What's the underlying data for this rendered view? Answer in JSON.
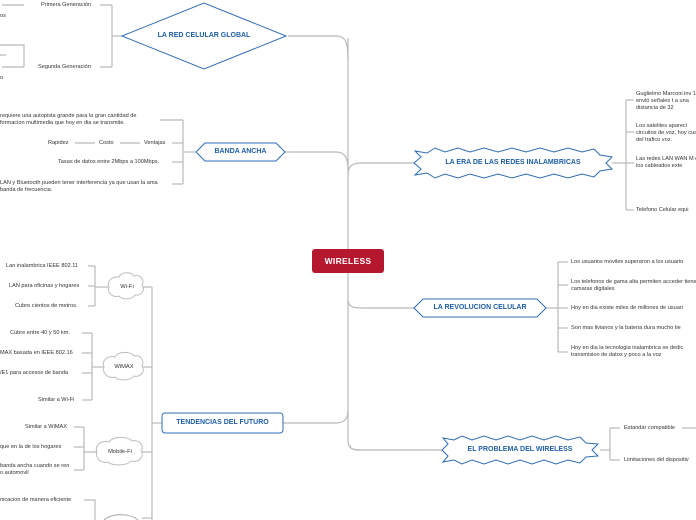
{
  "root": "WIRELESS",
  "red_celular": {
    "title": "LA RED CELULAR GLOBAL",
    "gen1": "Primera Generación",
    "gen2": "Segunda Generación",
    "frag1": "os",
    "frag2": "o"
  },
  "banda_ancha": {
    "title": "BANDA ANCHA",
    "note1": "requiere una autopista grande para la gran cantidad de formacion multimedia que hoy en dia se transmite.",
    "rapidez": "Rapidez",
    "costo": "Costo",
    "ventajas": "Ventajas",
    "tasas": "Tasas de datos entre 2Mbps a 100Mbps.",
    "note2": "LAN y Bluetooth pueden tener interferencia ya que usan la ama banda de frecuencia."
  },
  "tendencias": {
    "title": "TENDENCIAS DEL FUTURO",
    "wifi": {
      "label": "Wi-Fi",
      "items": [
        "Lan inalambrica IEEE 802.11",
        "LAN para oficinas y hogares",
        "Cubre cientos de metros."
      ]
    },
    "wimax": {
      "label": "WiMAX",
      "items": [
        "Cubre entre 40 y 50 km.",
        "MAX basada en IEEE 802.16",
        "/E1 para accesos de banda",
        "Similar a Wi-Fi"
      ]
    },
    "mobilefi": {
      "label": "Mobile-Fi",
      "items": [
        "Similar a WiMAX",
        "que en la de los hogares",
        "banda ancha cuando se ren o automovil"
      ]
    },
    "fourth": {
      "items": [
        "nicacion de manera eficiente"
      ]
    }
  },
  "era": {
    "title": "LA ERA DE LAS REDES INALAMBRICAS",
    "items": [
      "Guglielmo Marconi inv 1901, envió señales t a una distancia de 32",
      "Los satelites apareci circuitos de voz, hoy cuarto del trafico voz.",
      "Las redes LAN WAN M de los cableados exte",
      "Telefono Celular equi"
    ]
  },
  "revolucion": {
    "title": "LA REVOLUCION CELULAR",
    "items": [
      "Los usuarios moviles superaron a los usuario",
      "Los telefonos de gama alta permiten acceder tienen camaras digitales",
      "Hoy en dia existe miles de millones de usuari",
      "Son mas livianos y la bateria dura mucho tie",
      "Hoy en dia la tecnologia inalambrica se dedic transmision de datos y poco a la voz"
    ]
  },
  "problema": {
    "title": "EL PROBLEMA DEL WIRELESS",
    "items": [
      "Estandar compatible",
      "Limitaciones del dispositiv"
    ]
  }
}
